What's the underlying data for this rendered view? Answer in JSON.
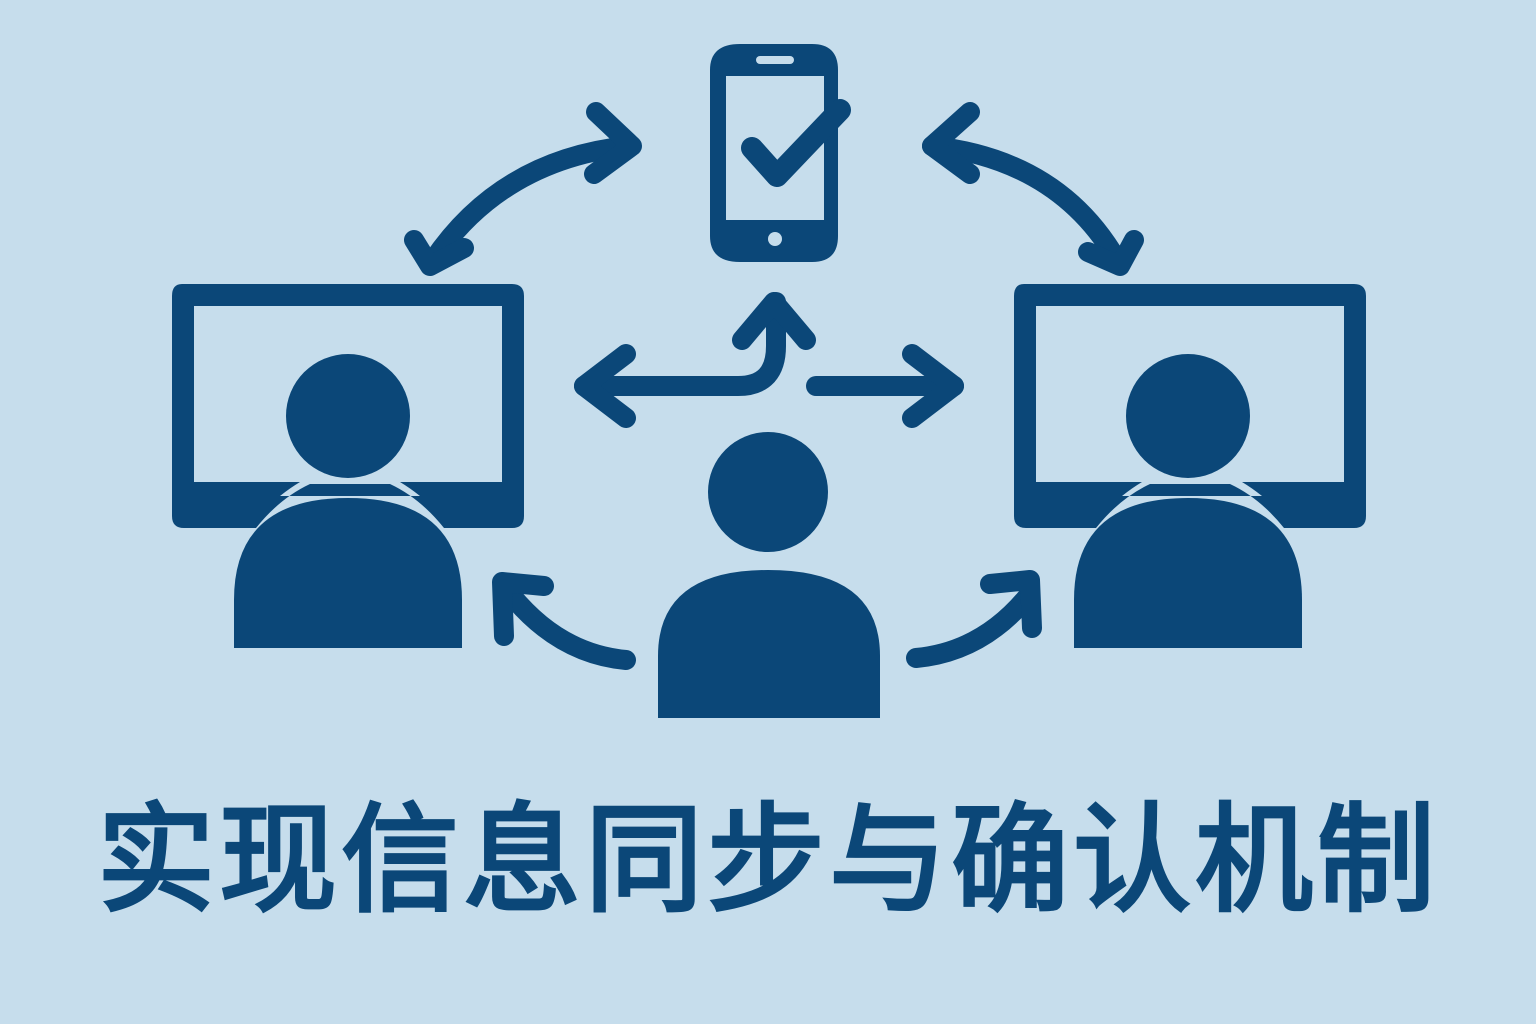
{
  "diagram": {
    "title": "实现信息同步与确认机制",
    "background_color": "#c6ddec",
    "icon_color": "#0b4778",
    "nodes": [
      {
        "id": "smartphone",
        "icon": "smartphone-check-icon",
        "label": "",
        "position": "top-center"
      },
      {
        "id": "left-monitor-user",
        "icon": "monitor-user-icon",
        "label": "",
        "position": "middle-left"
      },
      {
        "id": "right-monitor-user",
        "icon": "monitor-user-icon",
        "label": "",
        "position": "middle-right"
      },
      {
        "id": "central-user",
        "icon": "user-icon",
        "label": "",
        "position": "bottom-center"
      }
    ],
    "edges": [
      {
        "from": "left-monitor-user",
        "to": "smartphone",
        "type": "bidirectional-curved"
      },
      {
        "from": "smartphone",
        "to": "right-monitor-user",
        "type": "bidirectional-curved"
      },
      {
        "from": "central-user",
        "to": "left-monitor-user",
        "type": "arrow-left"
      },
      {
        "from": "central-user",
        "to": "smartphone",
        "type": "arrow-up"
      },
      {
        "from": "central-user",
        "to": "right-monitor-user",
        "type": "arrow-right"
      },
      {
        "from": "central-user",
        "to": "left-monitor-user",
        "type": "curved-arrow"
      },
      {
        "from": "central-user",
        "to": "right-monitor-user",
        "type": "curved-arrow"
      }
    ]
  }
}
